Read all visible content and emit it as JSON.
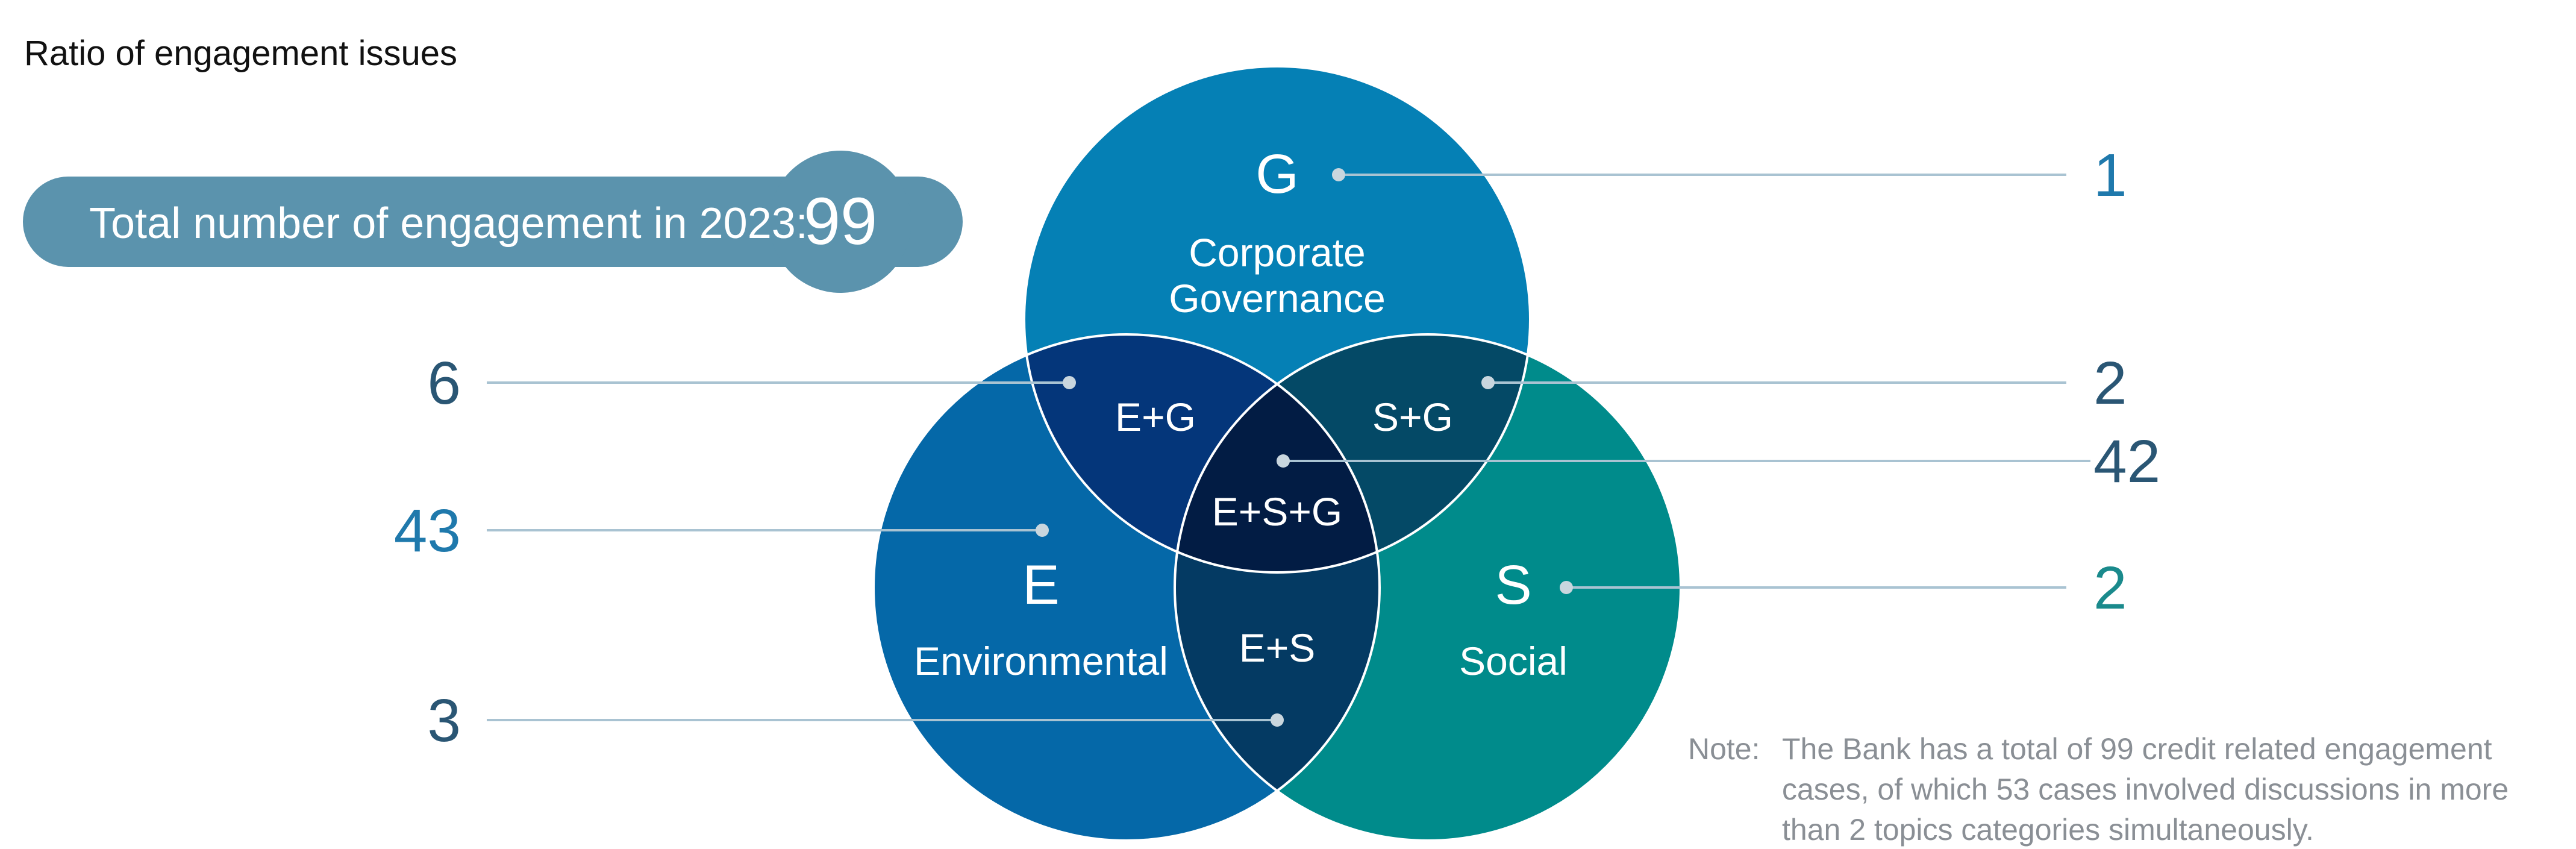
{
  "title": "Ratio of engagement issues",
  "total": {
    "label": "Total number of engagement in 2023:",
    "value": "99"
  },
  "circles": {
    "governance": {
      "letter": "G",
      "name_line1": "Corporate",
      "name_line2": "Governance"
    },
    "environmental": {
      "letter": "E",
      "name": "Environmental"
    },
    "social": {
      "letter": "S",
      "name": "Social"
    }
  },
  "regions": {
    "eg": "E+G",
    "sg": "S+G",
    "esg": "E+S+G",
    "es": "E+S"
  },
  "values": {
    "g": "1",
    "eg": "6",
    "sg": "2",
    "esg": "42",
    "e": "43",
    "s": "2",
    "es": "3"
  },
  "note": {
    "prefix": "Note:",
    "line1": "The Bank has a total of 99 credit related engagement",
    "line2": "cases, of which 53 cases involved discussions in more",
    "line3": "than 2 topics categories simultaneously."
  },
  "colors": {
    "governance": "#0580b5",
    "environmental": "#0568a8",
    "social": "#008b8b",
    "eg": "#04367a",
    "sg": "#044966",
    "es": "#043a63",
    "esg": "#021c44",
    "pill": "#5b93ad",
    "value_dark": "#2a5674",
    "value_blue": "#1f79ac",
    "value_teal": "#1a8a8c"
  }
}
